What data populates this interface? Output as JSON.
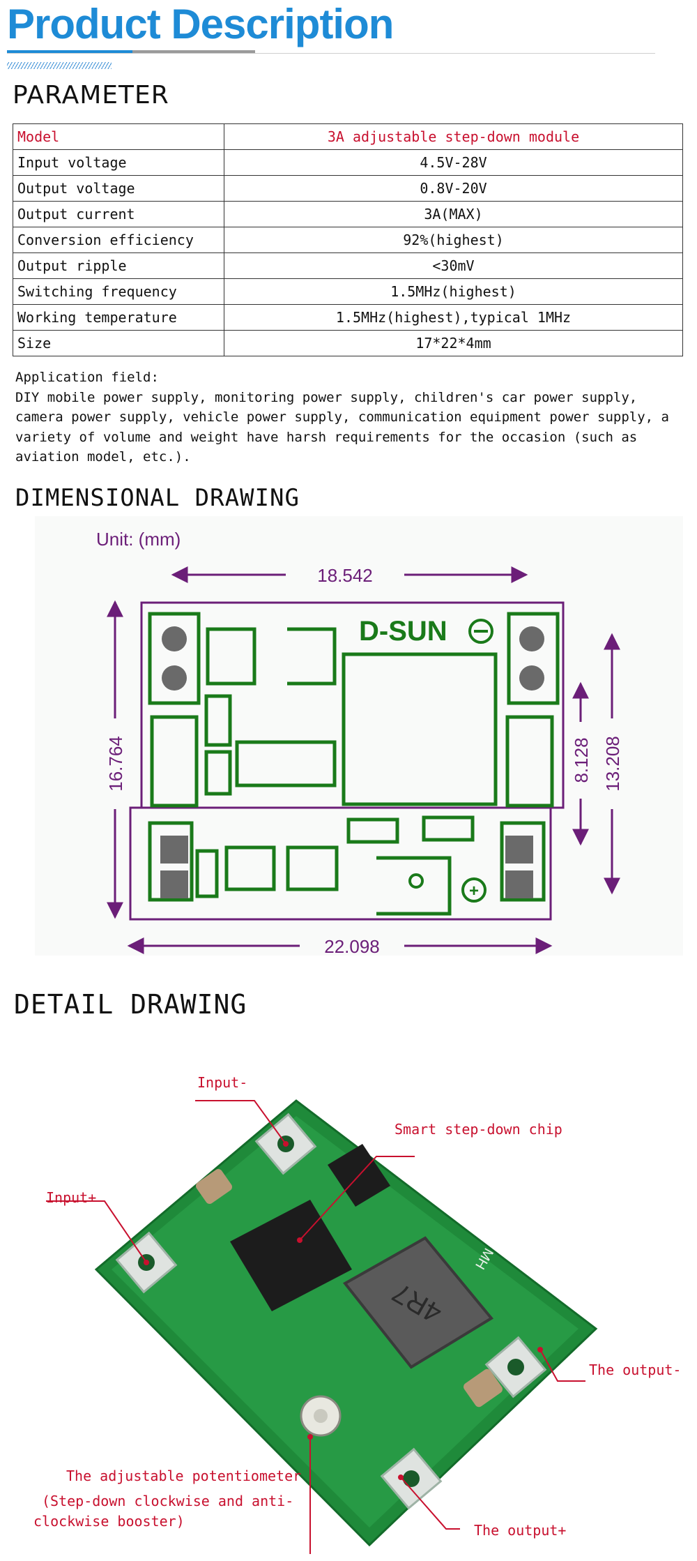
{
  "header": {
    "title": "Product Description"
  },
  "sections": {
    "parameter": "PARAMETER",
    "dimensional": "DIMENSIONAL DRAWING",
    "detail": "DETAIL DRAWING"
  },
  "table": {
    "rows": [
      {
        "label": "Model",
        "value": "3A adjustable step-down module"
      },
      {
        "label": "Input voltage",
        "value": "4.5V-28V"
      },
      {
        "label": "Output voltage",
        "value": "0.8V-20V"
      },
      {
        "label": "Output current",
        "value": "3A(MAX)"
      },
      {
        "label": "Conversion efficiency",
        "value": "92%(highest)"
      },
      {
        "label": "Output ripple",
        "value": "<30mV"
      },
      {
        "label": "Switching frequency",
        "value": "1.5MHz(highest)"
      },
      {
        "label": "Working temperature",
        "value": "1.5MHz(highest),typical 1MHz"
      },
      {
        "label": "Size",
        "value": "17*22*4mm"
      }
    ]
  },
  "application": {
    "title": "Application field:",
    "text": "DIY mobile power supply, monitoring power supply, children's car power supply, camera power supply, vehicle power supply, communication equipment power supply, a variety of volume and weight have harsh requirements for the occasion (such as aviation model, etc.)."
  },
  "dimensional": {
    "unit": "Unit: (mm)",
    "width_top": "18.542",
    "width_bottom": "22.098",
    "height_left": "16.764",
    "height_inner": "8.128",
    "height_right": "13.208",
    "brand": "D-SUN"
  },
  "detail": {
    "input_minus": "Input-",
    "input_plus": "Input+",
    "chip": "Smart step-down chip",
    "output_minus": "The output-",
    "output_plus": "The output+",
    "pot_line1": "The adjustable potentiometer",
    "pot_line2": "(Step-down clockwise and anti-",
    "pot_line3": "clockwise booster)",
    "inductor_label": "4R7",
    "board_mark": "MH"
  },
  "colors": {
    "title_blue": "#1e8bd6",
    "callout_red": "#c8102e",
    "dim_purple": "#6b1e78",
    "pcb_green": "#1a7a1a",
    "board_green": "#1f8a3a"
  }
}
